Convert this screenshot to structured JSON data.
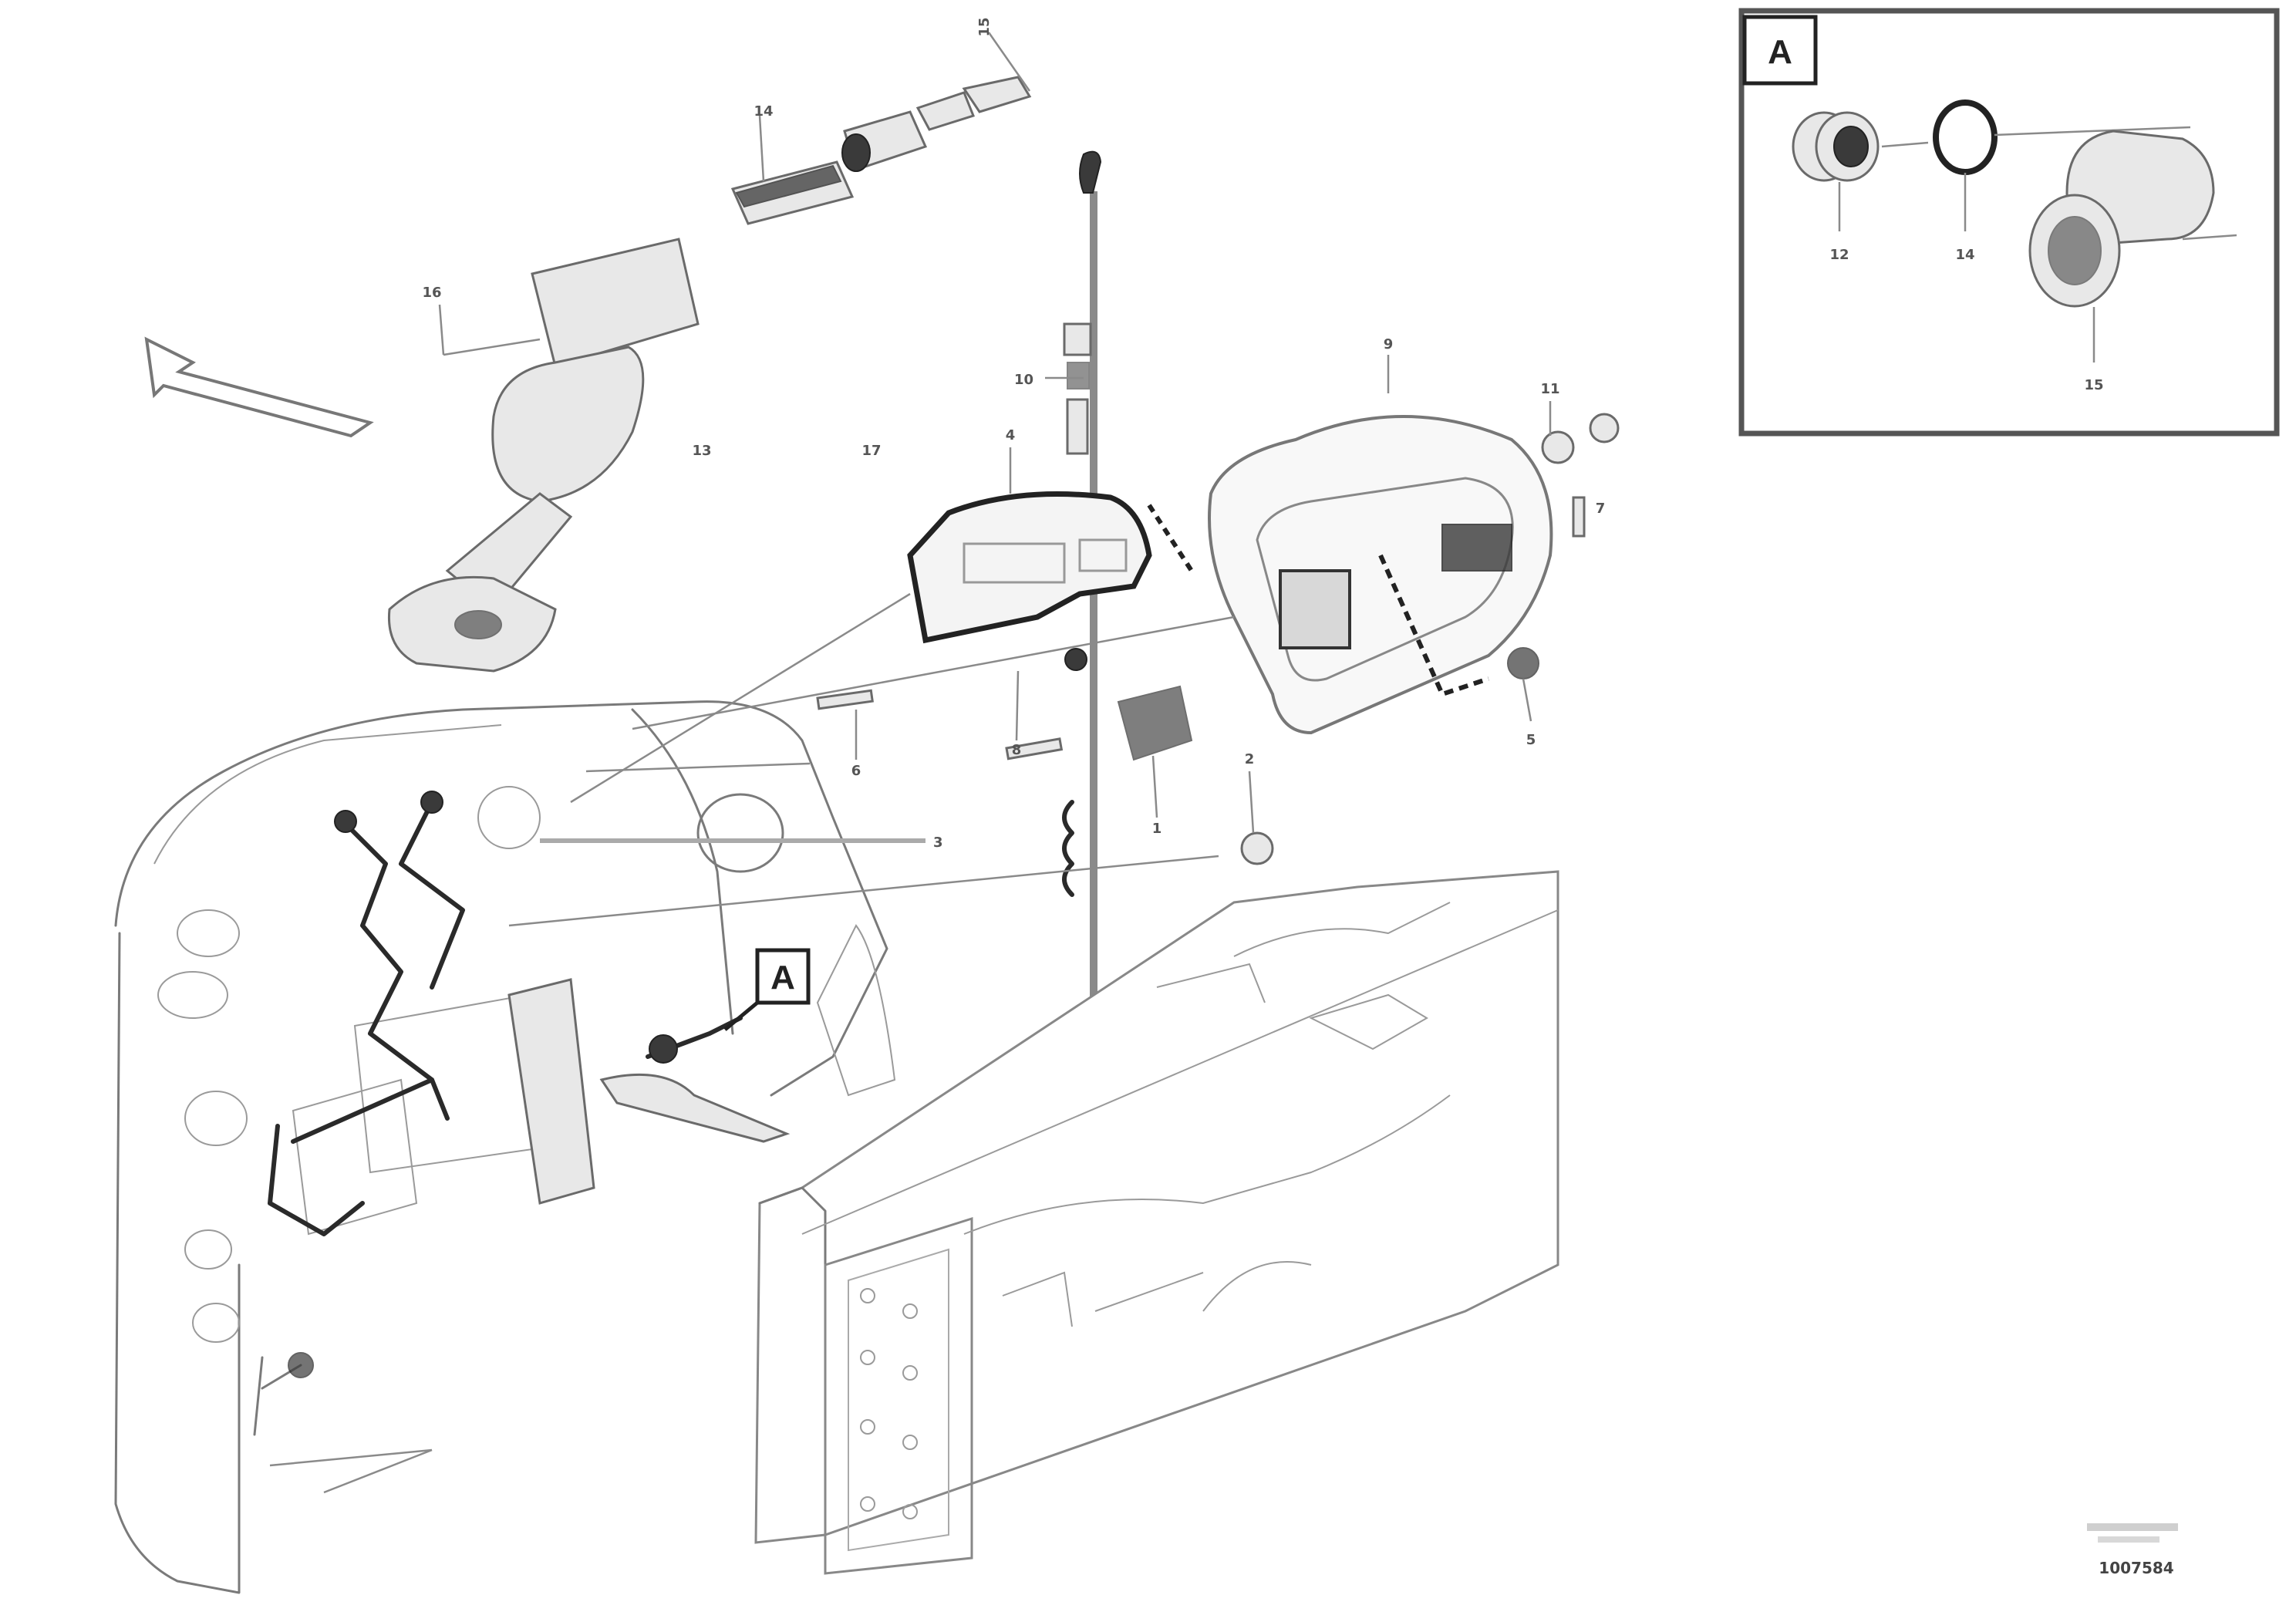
{
  "detail": {
    "view_letter": "A",
    "labels": [
      "12",
      "14",
      "15"
    ]
  },
  "main_callout": {
    "letter": "A"
  },
  "part_labels": [
    "15",
    "14",
    "16",
    "10",
    "13",
    "17",
    "9",
    "11",
    "7",
    "4",
    "5",
    "6",
    "1",
    "2",
    "3",
    "8"
  ],
  "footer": {
    "code": "1007584"
  }
}
